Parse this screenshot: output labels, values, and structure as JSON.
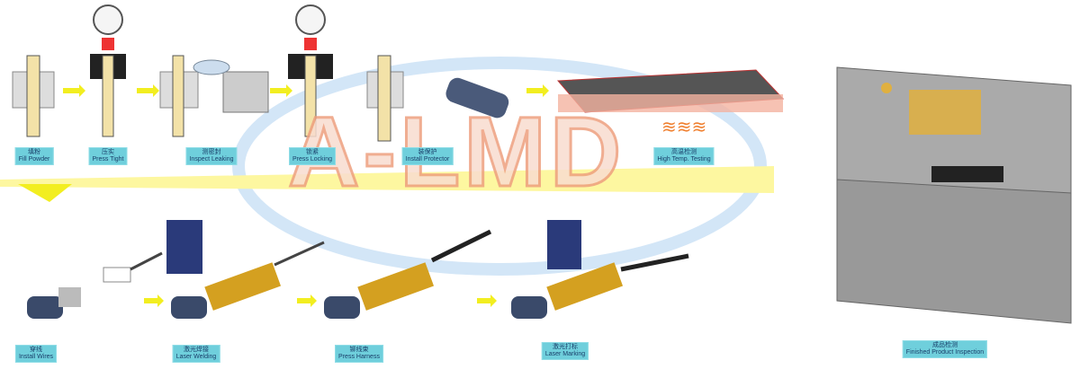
{
  "watermark": "A-LMD",
  "steps_top": [
    {
      "cn": "填粉",
      "en": "Fill Powder"
    },
    {
      "cn": "压实",
      "en": "Press Tight"
    },
    {
      "cn": "测密封",
      "en": "Inspect Leaking"
    },
    {
      "cn": "锁紧",
      "en": "Press Locking"
    },
    {
      "cn": "装保护",
      "en": "Install Protector"
    },
    {
      "cn": "高温检测",
      "en": "High Temp. Testing"
    }
  ],
  "steps_bottom": [
    {
      "cn": "穿线",
      "en": "Install Wires"
    },
    {
      "cn": "激光焊接",
      "en": "Laser Welding"
    },
    {
      "cn": "铆线束",
      "en": "Press Harness"
    },
    {
      "cn": "激光打标",
      "en": "Laser Marking"
    }
  ],
  "final_step": {
    "cn": "成品检测",
    "en": "Finished Product Inspection"
  },
  "colors": {
    "label_bg": "#6fcfdc",
    "arrow": "#f2f000",
    "ellipse": "#cfe3f5",
    "watermark": "#f3b49a"
  }
}
